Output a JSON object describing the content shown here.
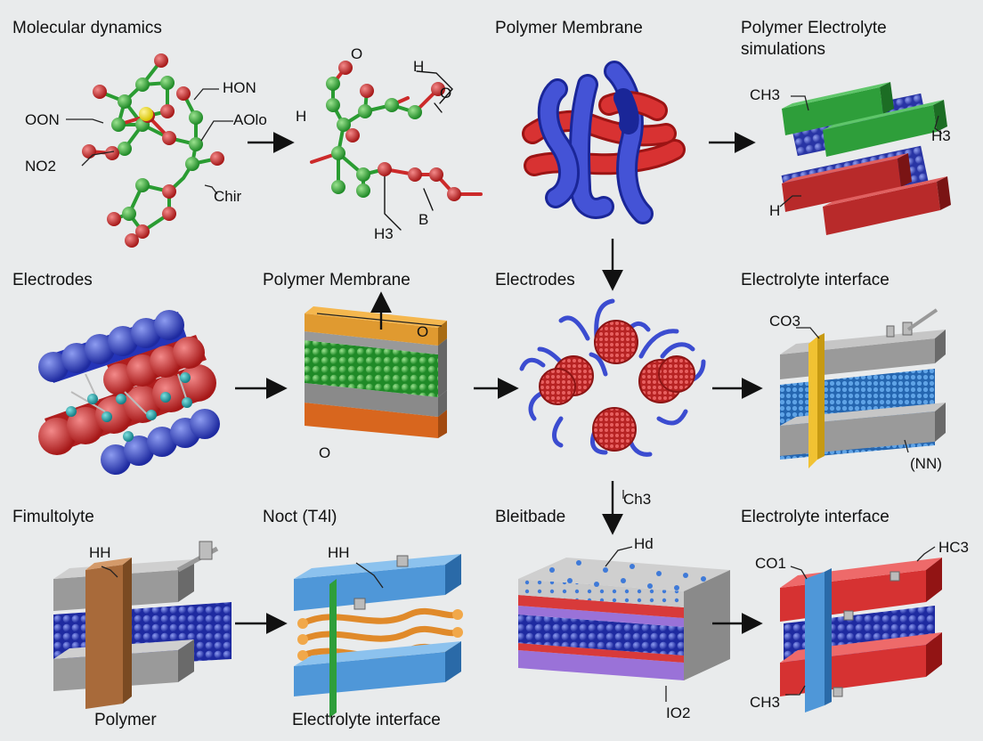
{
  "titles": {
    "r1c1": "Molecular dynamics",
    "r1c3": "Polymer Membrane",
    "r1c4_line1": "Polymer Electrolyte",
    "r1c4_line2": "simulations",
    "r2c1": "Electrodes",
    "r2c2": "Polymer Membrane",
    "r2c3": "Electrodes",
    "r2c4": "Electrolyte interface",
    "r3c1": "Fimultolyte",
    "r3c2": "Noct (T4l)",
    "r3c3": "Bleitbade",
    "r3c4": "Electrolyte interface"
  },
  "labels": {
    "m1_hon": "HON",
    "m1_oon": "OON",
    "m1_aolo": "AOlo",
    "m1_no2": "NO2",
    "m1_chir": "Chir",
    "m2_o_top": "O",
    "m2_h_top": "H",
    "m2_o_right": "O",
    "m2_h_left": "H",
    "m2_h3": "H3",
    "m2_b": "B",
    "r1c4_ch3": "CH3",
    "r1c4_h3": "H3",
    "r1c4_h": "H",
    "r2c2_o_top": "O",
    "r2c2_o_bottom": "O",
    "r2c4_co3": "CO3",
    "r2c4_nn": "(NN)",
    "arrow_ch3": "Ch3",
    "r3c1_hh": "HH",
    "r3c1_bottom": "Polymer",
    "r3c2_hh": "HH",
    "r3c2_bottom": "Electrolyte interface",
    "r3c3_hd": "Hd",
    "r3c3_io2": "IO2",
    "r3c4_co1": "CO1",
    "r3c4_hc3": "HC3",
    "r3c4_ch3": "CH3"
  },
  "colors": {
    "background": "#e9ebec",
    "green": "#2fa336",
    "red": "#cc2a2a",
    "blue": "#3548c4",
    "orange": "#e08a2a",
    "gray": "#9a9a9a",
    "sky": "#5aa8e0",
    "yellow": "#f1c232",
    "purple": "#8a6ad8"
  }
}
